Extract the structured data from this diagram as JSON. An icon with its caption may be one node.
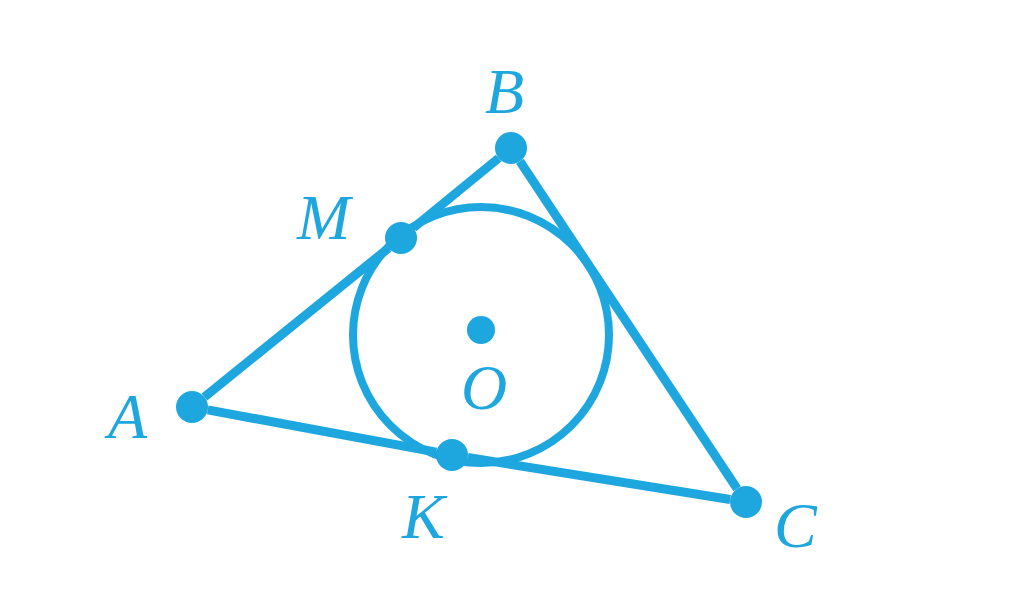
{
  "diagram": {
    "nodes": [
      {
        "text": [
          "B"
        ]
      },
      {
        "text": [
          "M"
        ]
      },
      {
        "text": [
          "A"
        ]
      },
      {
        "text": [
          "O"
        ]
      },
      {
        "text": [
          "K"
        ]
      },
      {
        "text": [
          "C"
        ]
      }
    ],
    "edges": [
      {
        "from": 2,
        "to": 1,
        "arrow": "none"
      },
      {
        "from": 1,
        "to": 0,
        "arrow": "none"
      },
      {
        "from": 0,
        "to": 5,
        "arrow": "none"
      },
      {
        "from": 5,
        "to": 4,
        "arrow": "none"
      },
      {
        "from": 4,
        "to": 2,
        "arrow": "none"
      }
    ]
  }
}
